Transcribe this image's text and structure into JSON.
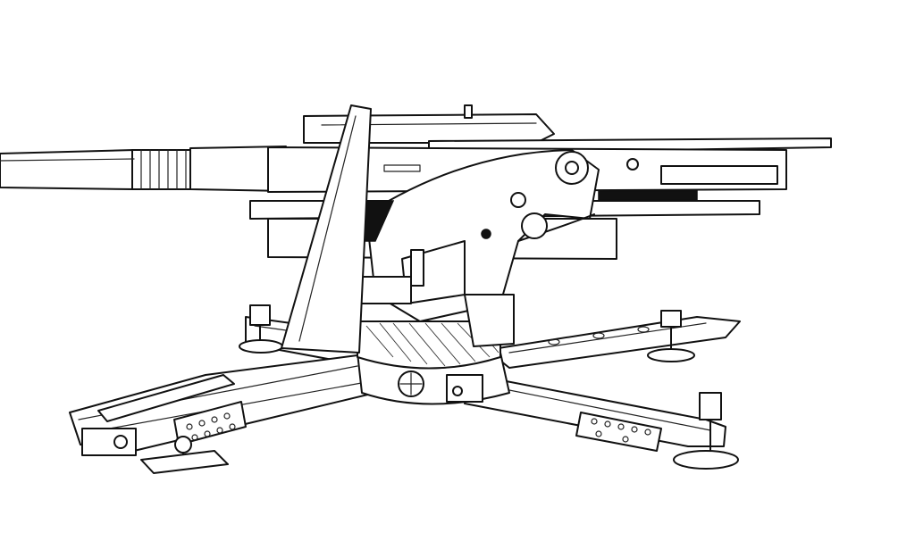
{
  "image": {
    "background": "#ffffff",
    "ink_color": "#111111",
    "style": "pen-and-ink line drawing"
  },
  "subject": {
    "parts": [
      "barrel",
      "recuperator",
      "gun-shield",
      "carriage-cradle",
      "elevation-arc",
      "turntable",
      "outrigger-left-front",
      "outrigger-right-front",
      "outrigger-left-rear",
      "outrigger-right-rear",
      "leveling-jack"
    ]
  }
}
